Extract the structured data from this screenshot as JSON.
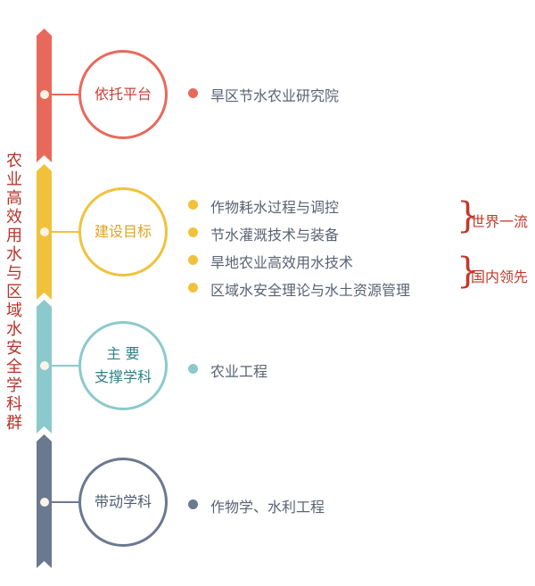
{
  "title": "农业高效用水与区域水安全学科群",
  "colors": {
    "platform": "#E8695B",
    "goal": "#F0C23C",
    "discipline": "#8CC9CC",
    "driven": "#6A7890",
    "accent": "#C0392B"
  },
  "sections": [
    {
      "label": "依托平台",
      "items": [
        "旱区节水农业研究院"
      ]
    },
    {
      "label": "建设目标",
      "items": [
        "作物耗水过程与调控",
        "节水灌溉技术与装备",
        "旱地农业高效用水技术",
        "区域水安全理论与水土资源管理"
      ]
    },
    {
      "label_line1": "主 要",
      "label_line2": "支撑学科",
      "items": [
        "农业工程"
      ]
    },
    {
      "label": "带动学科",
      "items": [
        "作物学、水利工程"
      ]
    }
  ],
  "annotations": [
    "世界一流",
    "国内领先"
  ]
}
